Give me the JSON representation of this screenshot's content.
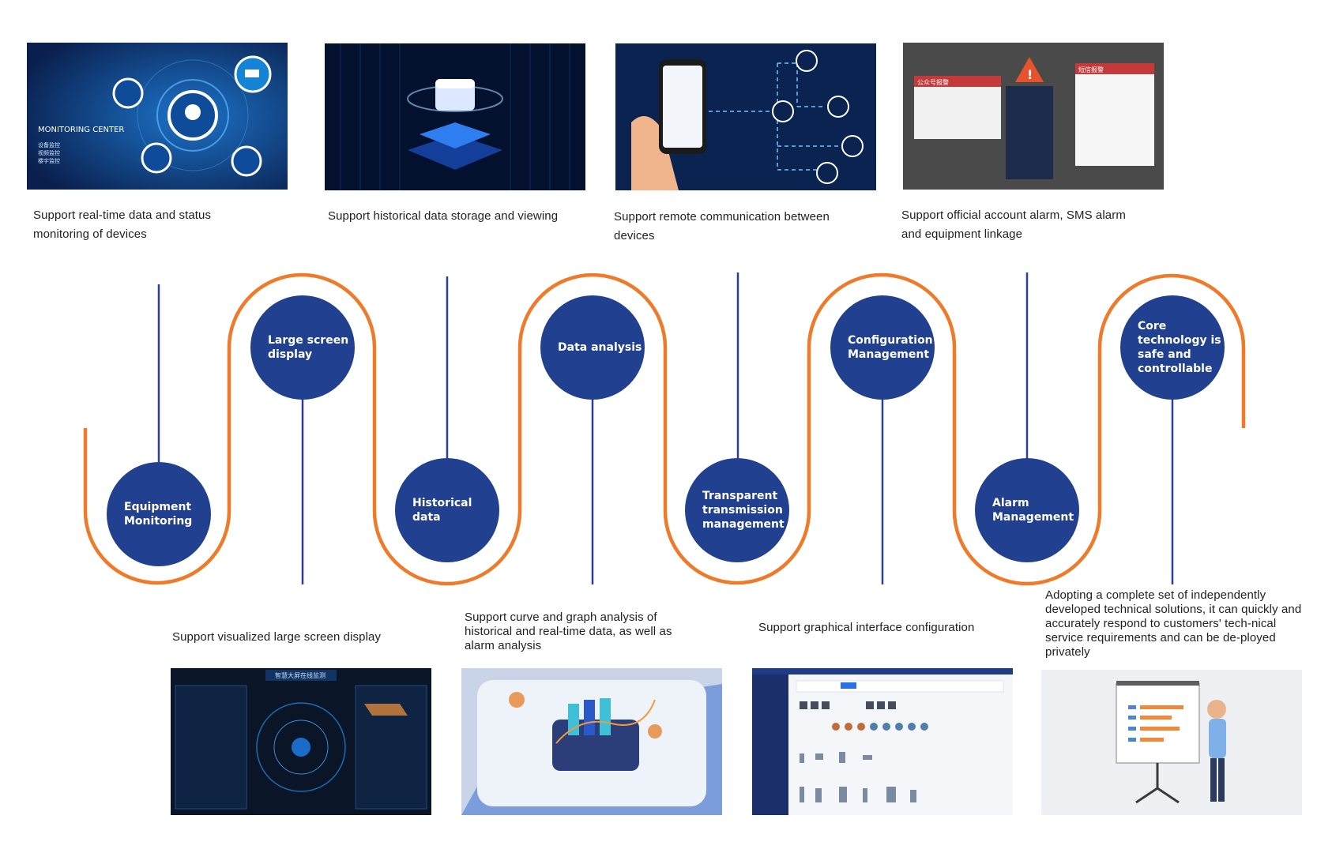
{
  "top_captions": [
    "Support real-time data and status monitoring of devices",
    "Support historical data storage and viewing",
    "Support remote communication between devices",
    "Support official account alarm, SMS alarm and equipment linkage"
  ],
  "bottom_captions": [
    "Support visualized large screen display",
    "Support curve and graph analysis of historical and real-time data, as well as alarm analysis",
    "Support graphical interface configuration",
    "Adopting a complete set of independently developed technical solutions, it can quickly and accurately respond to customers' tech-nical service requirements and can be de-ployed privately"
  ],
  "nodes": [
    "Equipment\nMonitoring",
    "Large screen\ndisplay",
    "Historical\ndata",
    "Data analysis",
    "Transparent\ntransmission\nmanagement",
    "Configuration\nManagement",
    "Alarm\nManagement",
    "Core\ntechnology is\nsafe and\ncontrollable"
  ],
  "thumb_text": {
    "monitoring_center": "MONITORING CENTER",
    "monitoring_items": [
      "设备监控",
      "视频监控",
      "楼宇监控"
    ],
    "alarm_tag_left": "公众号报警",
    "alarm_tag_right": "短信报警",
    "screen_title": "智慧大屏在线监测"
  },
  "colors": {
    "node_blue": "#21408f",
    "wave_orange": "#ef7a2a",
    "connector_blue": "#2a3f9a",
    "caption_text": "#1f1f1f"
  }
}
